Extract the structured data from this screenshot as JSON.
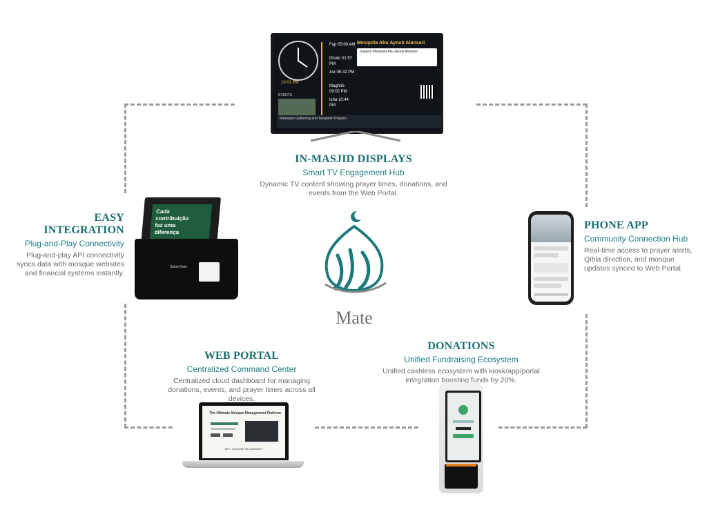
{
  "features": {
    "displays": {
      "title": "IN-MASJID DISPLAYS",
      "subtitle": "Smart TV Engagement Hub",
      "description": "Dynamic TV content showing prayer times, donations, and events from the Web Portal."
    },
    "integration": {
      "title": "EASY INTEGRATION",
      "subtitle": "Plug-and-Play Connectivity",
      "description": "Plug-and-play API connectivity syncs data with mosque websites and financial systems instantly."
    },
    "phone": {
      "title": "PHONE APP",
      "subtitle": "Community Connection Hub",
      "description": "Real-time access to prayer alerts, Qibla direction, and mosque updates synced to Web Portal."
    },
    "portal": {
      "title": "WEB PORTAL",
      "subtitle": "Centralized Command Center",
      "description": "Centralized cloud dashboard for managing donations, events, and prayer times across all devices."
    },
    "donations": {
      "title": "DONATIONS",
      "subtitle": "Unified Fundraising Ecosystem",
      "description": "Unified cashless ecosystem with kiosk/app/portal integration boosting funds by 20%."
    }
  },
  "logo": {
    "word": "Mate"
  },
  "tv": {
    "mosque_name": "Mesquita Abu Ayoub Alansari",
    "card_text": "Support Mesquita Abu Ayoub Alansari",
    "prayers": [
      "Fajr 05:00 AM",
      "Dhuhr 01:57 PM",
      "Asr 05:32 PM",
      "Maghrib 09:02 PM",
      "Isha 10:44 PM"
    ],
    "time": "10:01 PM",
    "events_label": "EVENTS",
    "bottom_text": "Ramadan Gathering and Taraweeh Prayers"
  },
  "kiosk_box": {
    "screen_text": "Cada contribuição faz uma diferença",
    "brand": "Salah Mate"
  },
  "laptop": {
    "title": "The Ultimate Mosque Management Platform",
    "section": "WHY CHOOSE SALAHMATE?"
  },
  "colors": {
    "accent": "#1c6f70",
    "muted": "#6a6a6a",
    "dash": "#9a9a9a"
  }
}
